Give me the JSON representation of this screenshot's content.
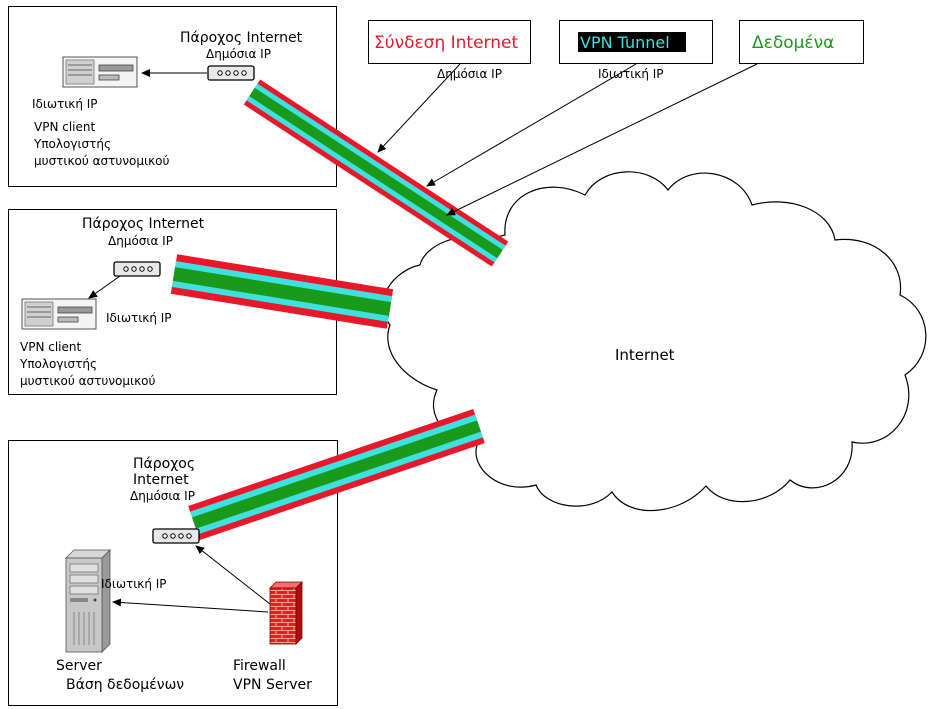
{
  "legend": {
    "internet": {
      "label": "Σύνδεση Internet",
      "sublabel": "Δημόσια IP",
      "color": "#e8182a"
    },
    "vpn": {
      "label": "VPN Tunnel",
      "sublabel": "Ιδιωτική IP",
      "color": "#3fe0e0",
      "bg": "#000000"
    },
    "data": {
      "label": "Δεδομένα",
      "color": "#1a9a1a"
    }
  },
  "cloud": {
    "label": "Internet"
  },
  "sites": {
    "site1": {
      "isp": "Πάροχος Internet",
      "public_ip": "Δημόσια IP",
      "private_ip": "Ιδιωτική IP",
      "desc1": "VPN client",
      "desc2": "Υπολογιστής",
      "desc3": "μυστικού αστυνομικού"
    },
    "site2": {
      "isp": "Πάροχος Internet",
      "public_ip": "Δημόσια IP",
      "private_ip": "Ιδιωτική IP",
      "desc1": "VPN client",
      "desc2": "Υπολογιστής",
      "desc3": "μυστικού αστυνομικού"
    },
    "site3": {
      "isp1": "Πάροχος",
      "isp2": "Internet",
      "public_ip": "Δημόσια IP",
      "private_ip": "Ιδιωτική IP",
      "server1": "Server",
      "server2": "Βάση δεδομένων",
      "fw1": "Firewall",
      "fw2": "VPN Server"
    }
  }
}
